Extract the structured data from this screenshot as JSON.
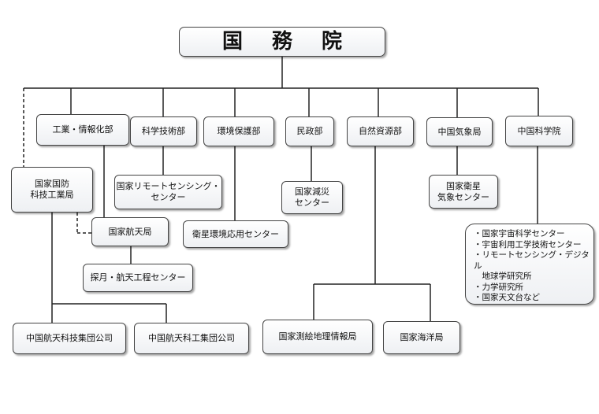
{
  "root": "国 務 院",
  "ministries": {
    "miit": "工業・情報化部",
    "most": "科学技術部",
    "env": "環境保護部",
    "civil": "民政部",
    "nature": "自然資源部",
    "cma": "中国気象局",
    "cas": "中国科学院"
  },
  "units": {
    "sastind": "国家国防\n科技工業局",
    "cnsa": "国家航天局",
    "lunar": "探月・航天工程センター",
    "remote": "国家リモートセンシング・\nセンター",
    "satenv": "衛星環境応用センター",
    "disaster": "国家減災\nセンター",
    "satmet": "国家衛星\n気象センター",
    "cas_list": "・国家宇宙科学センター\n・宇宙利用工学技術センター\n・リモートセンシング・デジタル\n　地球学研究所\n・力学研究所\n・国家天文台など",
    "casc": "中国航天科技集団公司",
    "casic": "中国航天科工集団公司",
    "survey": "国家測絵地理情報局",
    "ocean": "国家海洋局"
  }
}
